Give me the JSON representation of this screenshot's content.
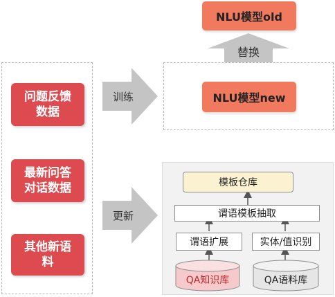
{
  "left_items": [
    {
      "label": "问题反馈\n数据"
    },
    {
      "label": "最新问答\n对话数据"
    },
    {
      "label": "其他新语\n料"
    }
  ],
  "nlu_old": "NLU模型old",
  "nlu_new": "NLU模型new",
  "replace_label": "替换",
  "train_label": "训练",
  "update_label": "更新",
  "template_repo": "模板仓库",
  "template_extract": "谓语模板抽取",
  "predicate_expand": "谓语扩展",
  "entity_recognition": "实体/值识别",
  "qa_knowledge_base": "QA知识库",
  "qa_corpus_base": "QA语料库",
  "colors": {
    "accent_red": "#dd4a4f",
    "salmon": "#f0795e",
    "cream": "#fbf2d2",
    "arrow_gray": "#c4c4c4",
    "cylinder_pink": "#f6c9cb",
    "cylinder_gray": "#e6e6e6"
  }
}
